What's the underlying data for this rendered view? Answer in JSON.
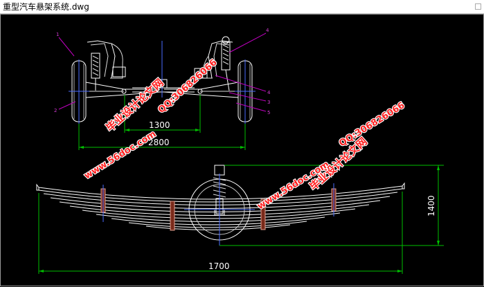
{
  "window": {
    "title": "重型汽车悬架系统.dwg"
  },
  "drawing": {
    "dimensions": {
      "track_1300": "1300",
      "width_2800": "2800",
      "span_1700": "1700",
      "height_1400": "1400"
    },
    "leaders": {
      "n1": "1",
      "n2": "2",
      "n3": "3",
      "n4": "4",
      "n4b": "4",
      "n5": "5"
    },
    "watermarks": {
      "site_a": "www.56doc.com",
      "qq_a": "QQ:306826066",
      "brand_a": "毕业设计论文网",
      "site_b": "www.56doc.com",
      "qq_b": "QQ:306826066",
      "brand_b": "毕业设计论文网"
    }
  }
}
